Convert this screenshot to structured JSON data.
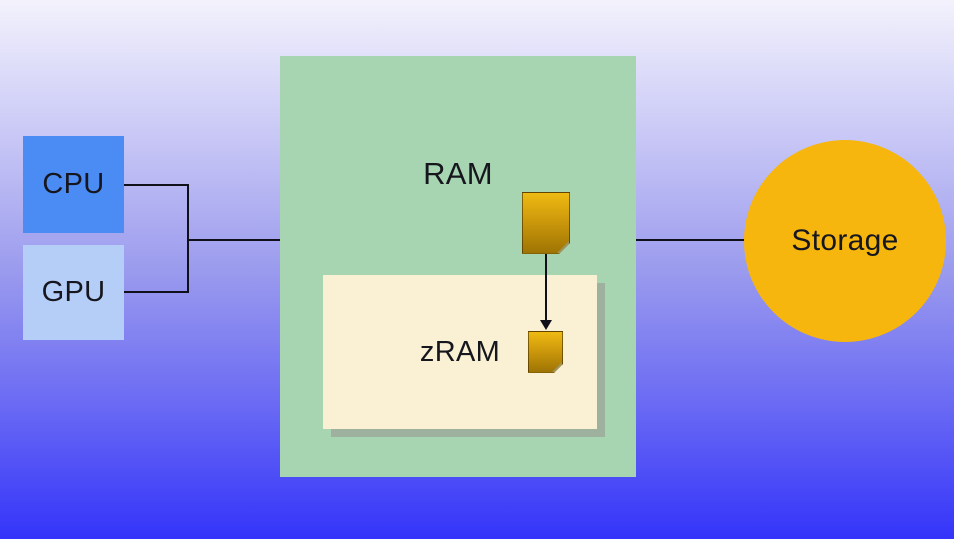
{
  "background": {
    "gradient_top": "#F3F2FC",
    "gradient_middle": "#9B9BEE",
    "gradient_bottom": "#3434FA"
  },
  "line_color": "#10101A",
  "text_color": "#16161E",
  "nodes": {
    "cpu": {
      "label": "CPU",
      "fill": "#4A8CF4"
    },
    "gpu": {
      "label": "GPU",
      "fill": "#B5CEF8"
    },
    "ram": {
      "label": "RAM",
      "fill": "#A8D5B1"
    },
    "zram": {
      "label": "zRAM",
      "fill": "#FAF0D3",
      "shadow": "#9EB19F"
    },
    "storage": {
      "label": "Storage",
      "fill": "#F6B60D"
    }
  },
  "icons": {
    "memory_page": {
      "name": "memory-page-icon",
      "gradient_top": "#EEBA12",
      "gradient_bottom": "#9E7403"
    },
    "compressed_page": {
      "name": "compressed-page-icon",
      "gradient_top": "#EEBA12",
      "gradient_bottom": "#9E7403"
    }
  },
  "connections": [
    {
      "from": "CPU",
      "to": "bus"
    },
    {
      "from": "GPU",
      "to": "bus"
    },
    {
      "from": "bus",
      "to": "RAM"
    },
    {
      "from": "RAM",
      "to": "Storage"
    },
    {
      "from": "memory page",
      "to": "zRAM compressed page",
      "type": "arrow-down"
    }
  ]
}
